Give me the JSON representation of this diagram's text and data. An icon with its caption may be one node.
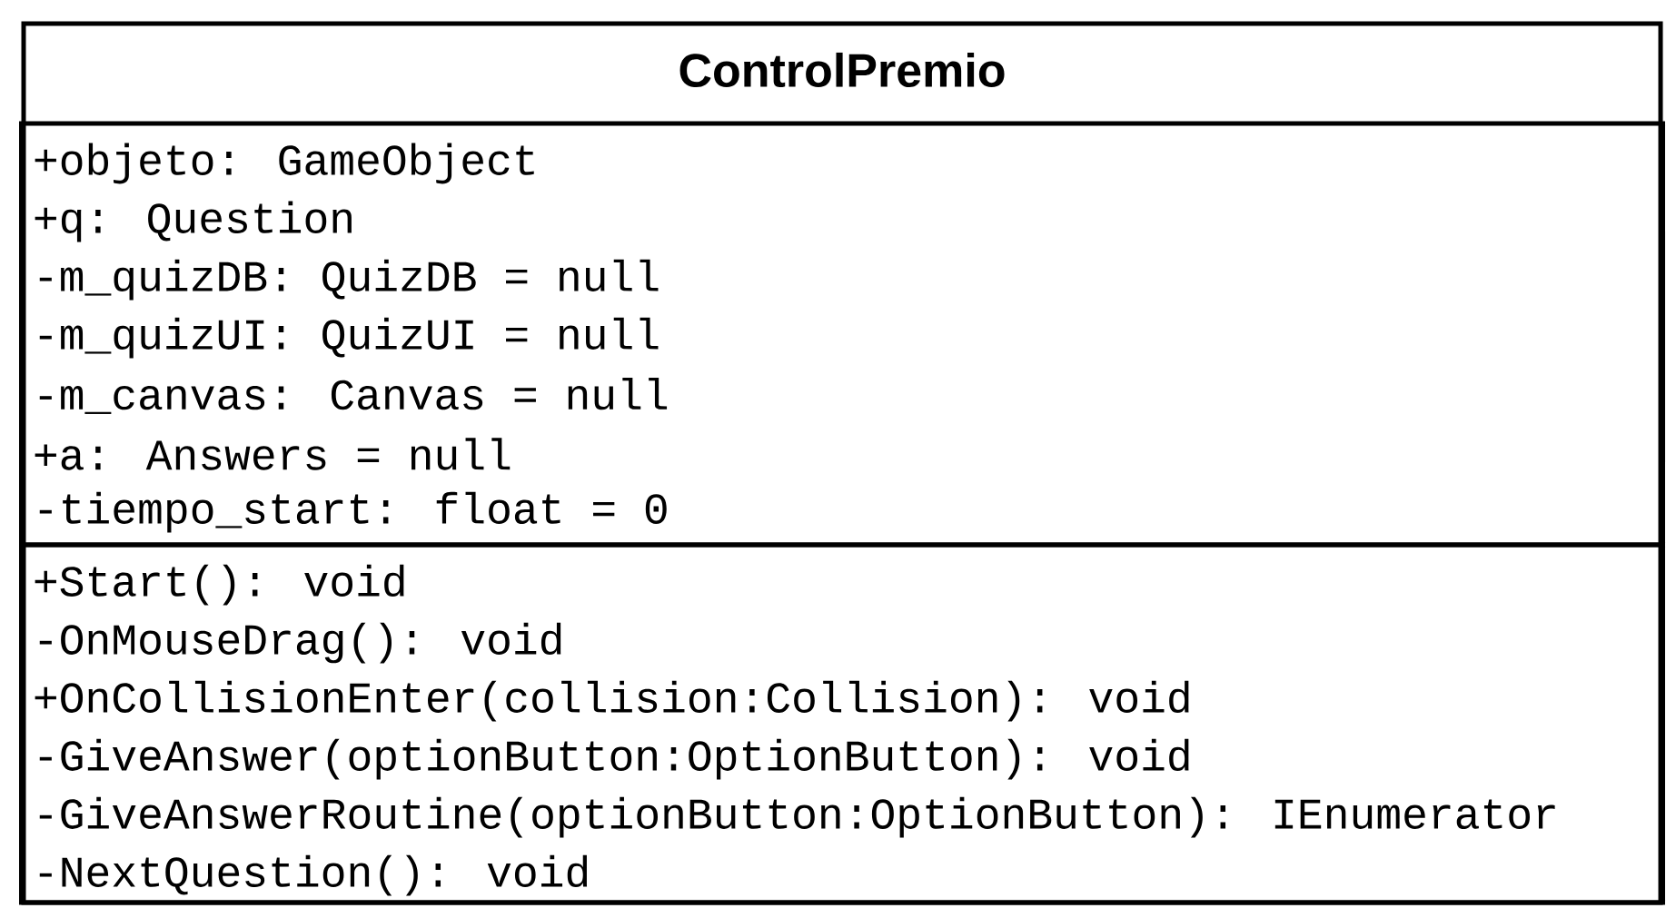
{
  "diagram": {
    "nodes": [
      {
        "text": [
          "ControlPremio"
        ]
      },
      {
        "text": [
          "+objeto: GameObject",
          "+q: Question",
          "-m_quizDB: QuizDB = null",
          "-m_quizUI: QuizUI = null",
          "-m_canvas: Canvas = null",
          "+a: Answers = null",
          "-tiempo_start: float = 0"
        ],
        "in": 0
      },
      {
        "text": [
          "+Start(): void",
          "-OnMouseDrag(): void",
          "+OnCollisionEnter(collision:Collision): void",
          "-GiveAnswer(optionButton:OptionButton): void",
          "-GiveAnswerRoutine(optionButton:OptionButton): IEnumerator",
          "-NextQuestion(): void"
        ],
        "in": 0
      }
    ]
  }
}
